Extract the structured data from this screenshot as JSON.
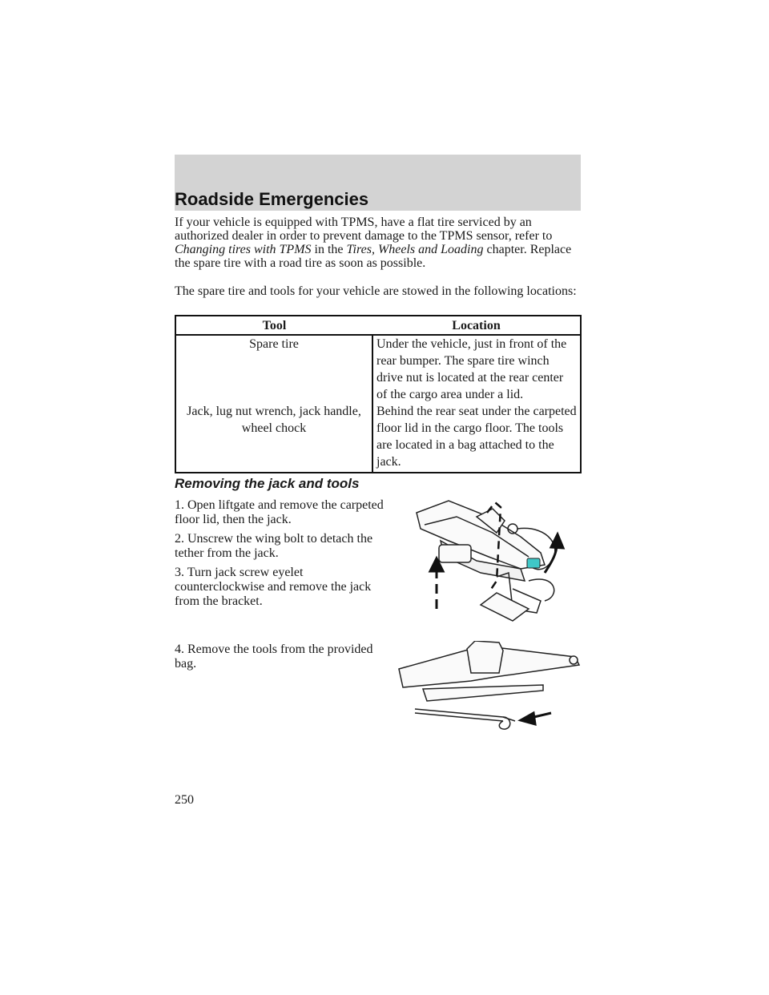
{
  "header": {
    "title": "Roadside Emergencies"
  },
  "intro": {
    "p1_a": "If your vehicle is equipped with TPMS, have a flat tire serviced by an authorized dealer in order to prevent damage to the TPMS sensor, refer to",
    "p1_ref1": "Changing tires with TPMS",
    "p1_mid": " in the ",
    "p1_ref2": "Tires, Wheels and Loading",
    "p1_b": " chapter. Replace the spare tire with a road tire as soon as possible.",
    "p2": "The spare tire and tools for your vehicle are stowed in the following locations:"
  },
  "table": {
    "headers": [
      "Tool",
      "Location"
    ],
    "rows": [
      {
        "tool": "Spare tire",
        "location": "Under the vehicle, just in front of the rear bumper. The spare tire winch drive nut is located at the rear center of the cargo area under a lid."
      },
      {
        "tool": "Jack, lug nut wrench, jack handle, wheel chock",
        "location": "Behind the rear seat under the carpeted floor lid in the cargo floor. The tools are located in a bag attached to the jack."
      }
    ]
  },
  "section": {
    "title": "Removing the jack and tools",
    "steps": [
      "1. Open liftgate and remove the carpeted floor lid, then the jack.",
      "2. Unscrew the wing bolt to detach the tether from the jack.",
      "3. Turn jack screw eyelet counterclockwise and remove the jack from the bracket.",
      "4. Remove the tools from the provided bag."
    ]
  },
  "page_number": "250",
  "colors": {
    "header_band": "#d3d3d3",
    "accent": "#3fc7c7"
  },
  "icons": [
    "jack-bracket-illustration",
    "jack-and-handle-illustration"
  ]
}
